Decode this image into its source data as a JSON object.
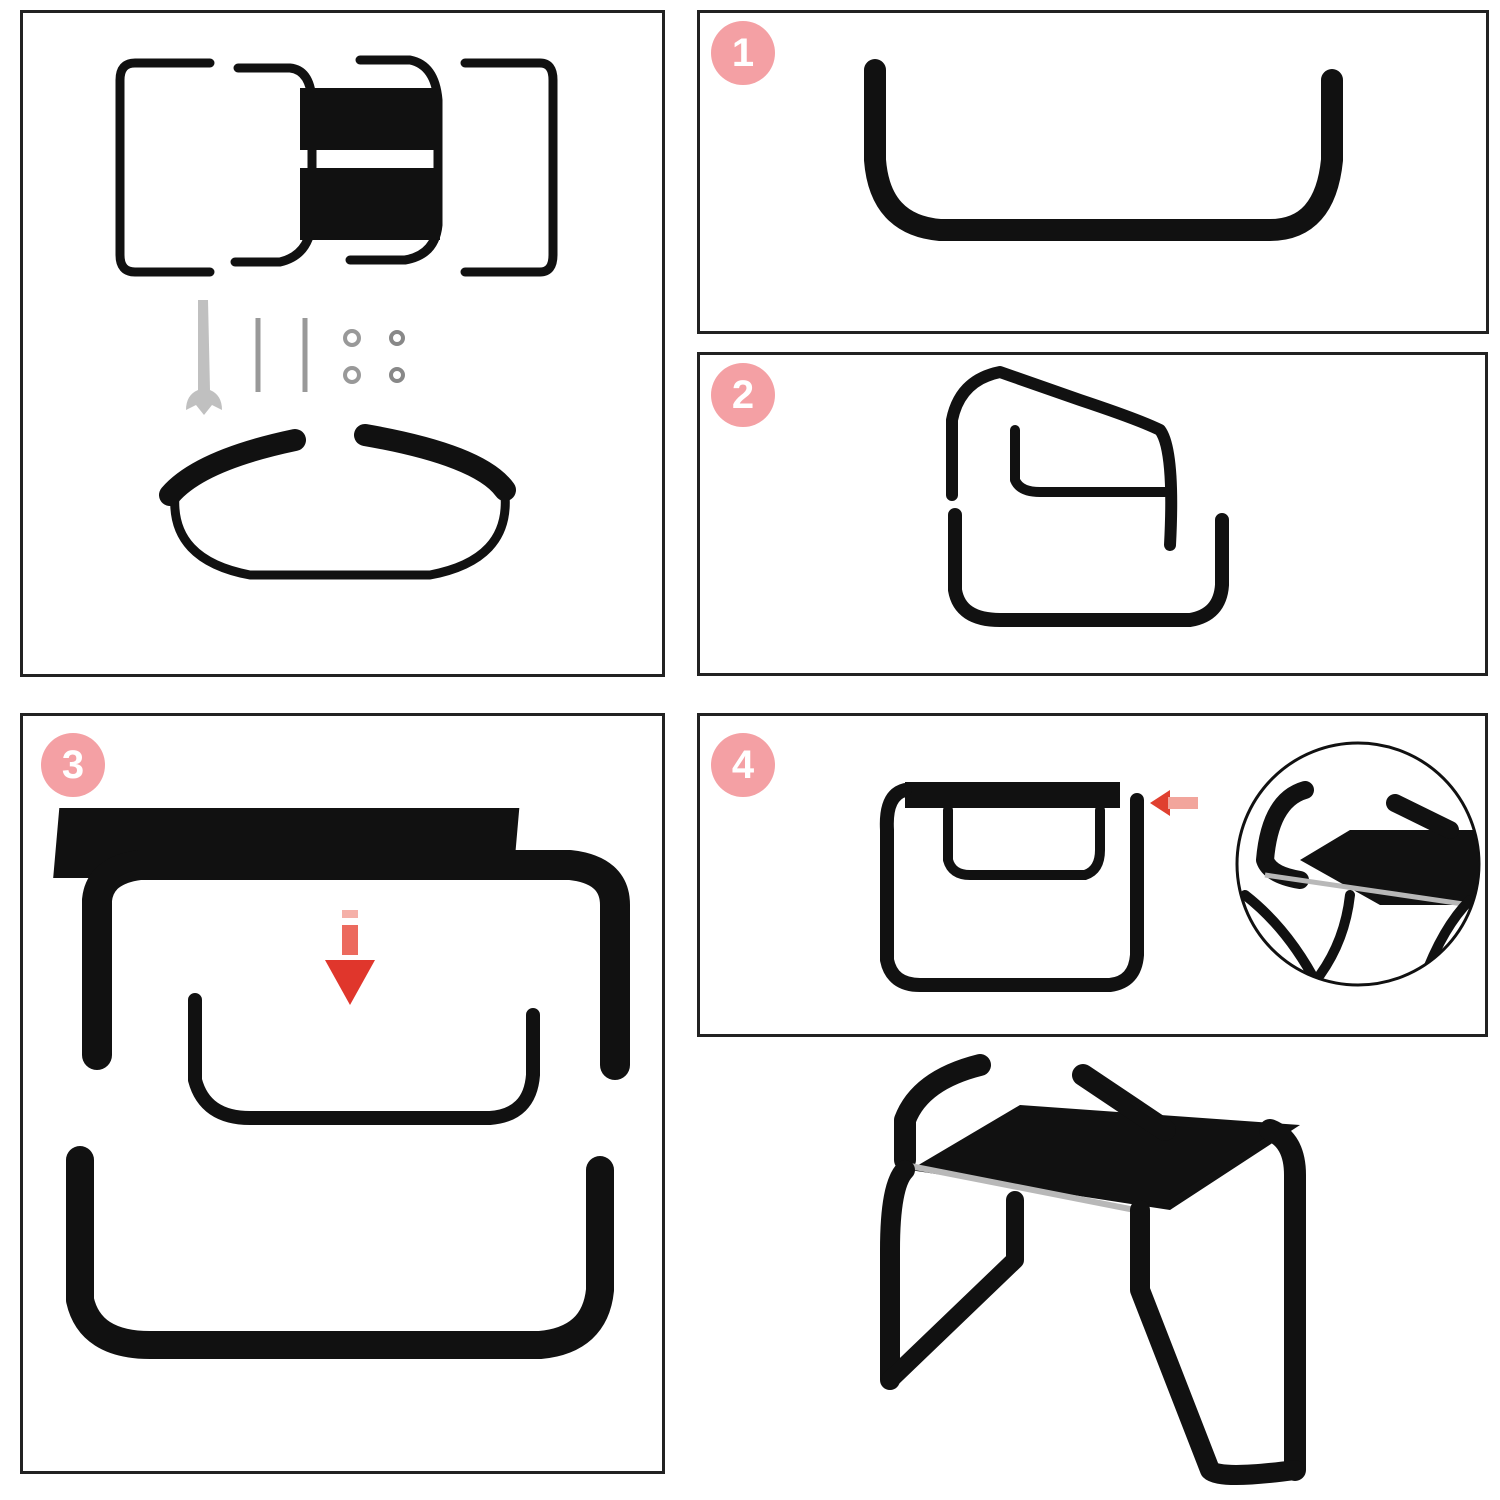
{
  "colors": {
    "badge": "#f4a0a4",
    "tube": "#111111",
    "border": "#222222",
    "arrow": "#e0362c",
    "metal": "#b8b8b8"
  },
  "steps": [
    {
      "label": "1"
    },
    {
      "label": "2"
    },
    {
      "label": "3"
    },
    {
      "label": "4"
    }
  ],
  "icons": {
    "step3_arrow": "arrow-down-icon",
    "step4_arrow": "arrow-left-icon"
  }
}
